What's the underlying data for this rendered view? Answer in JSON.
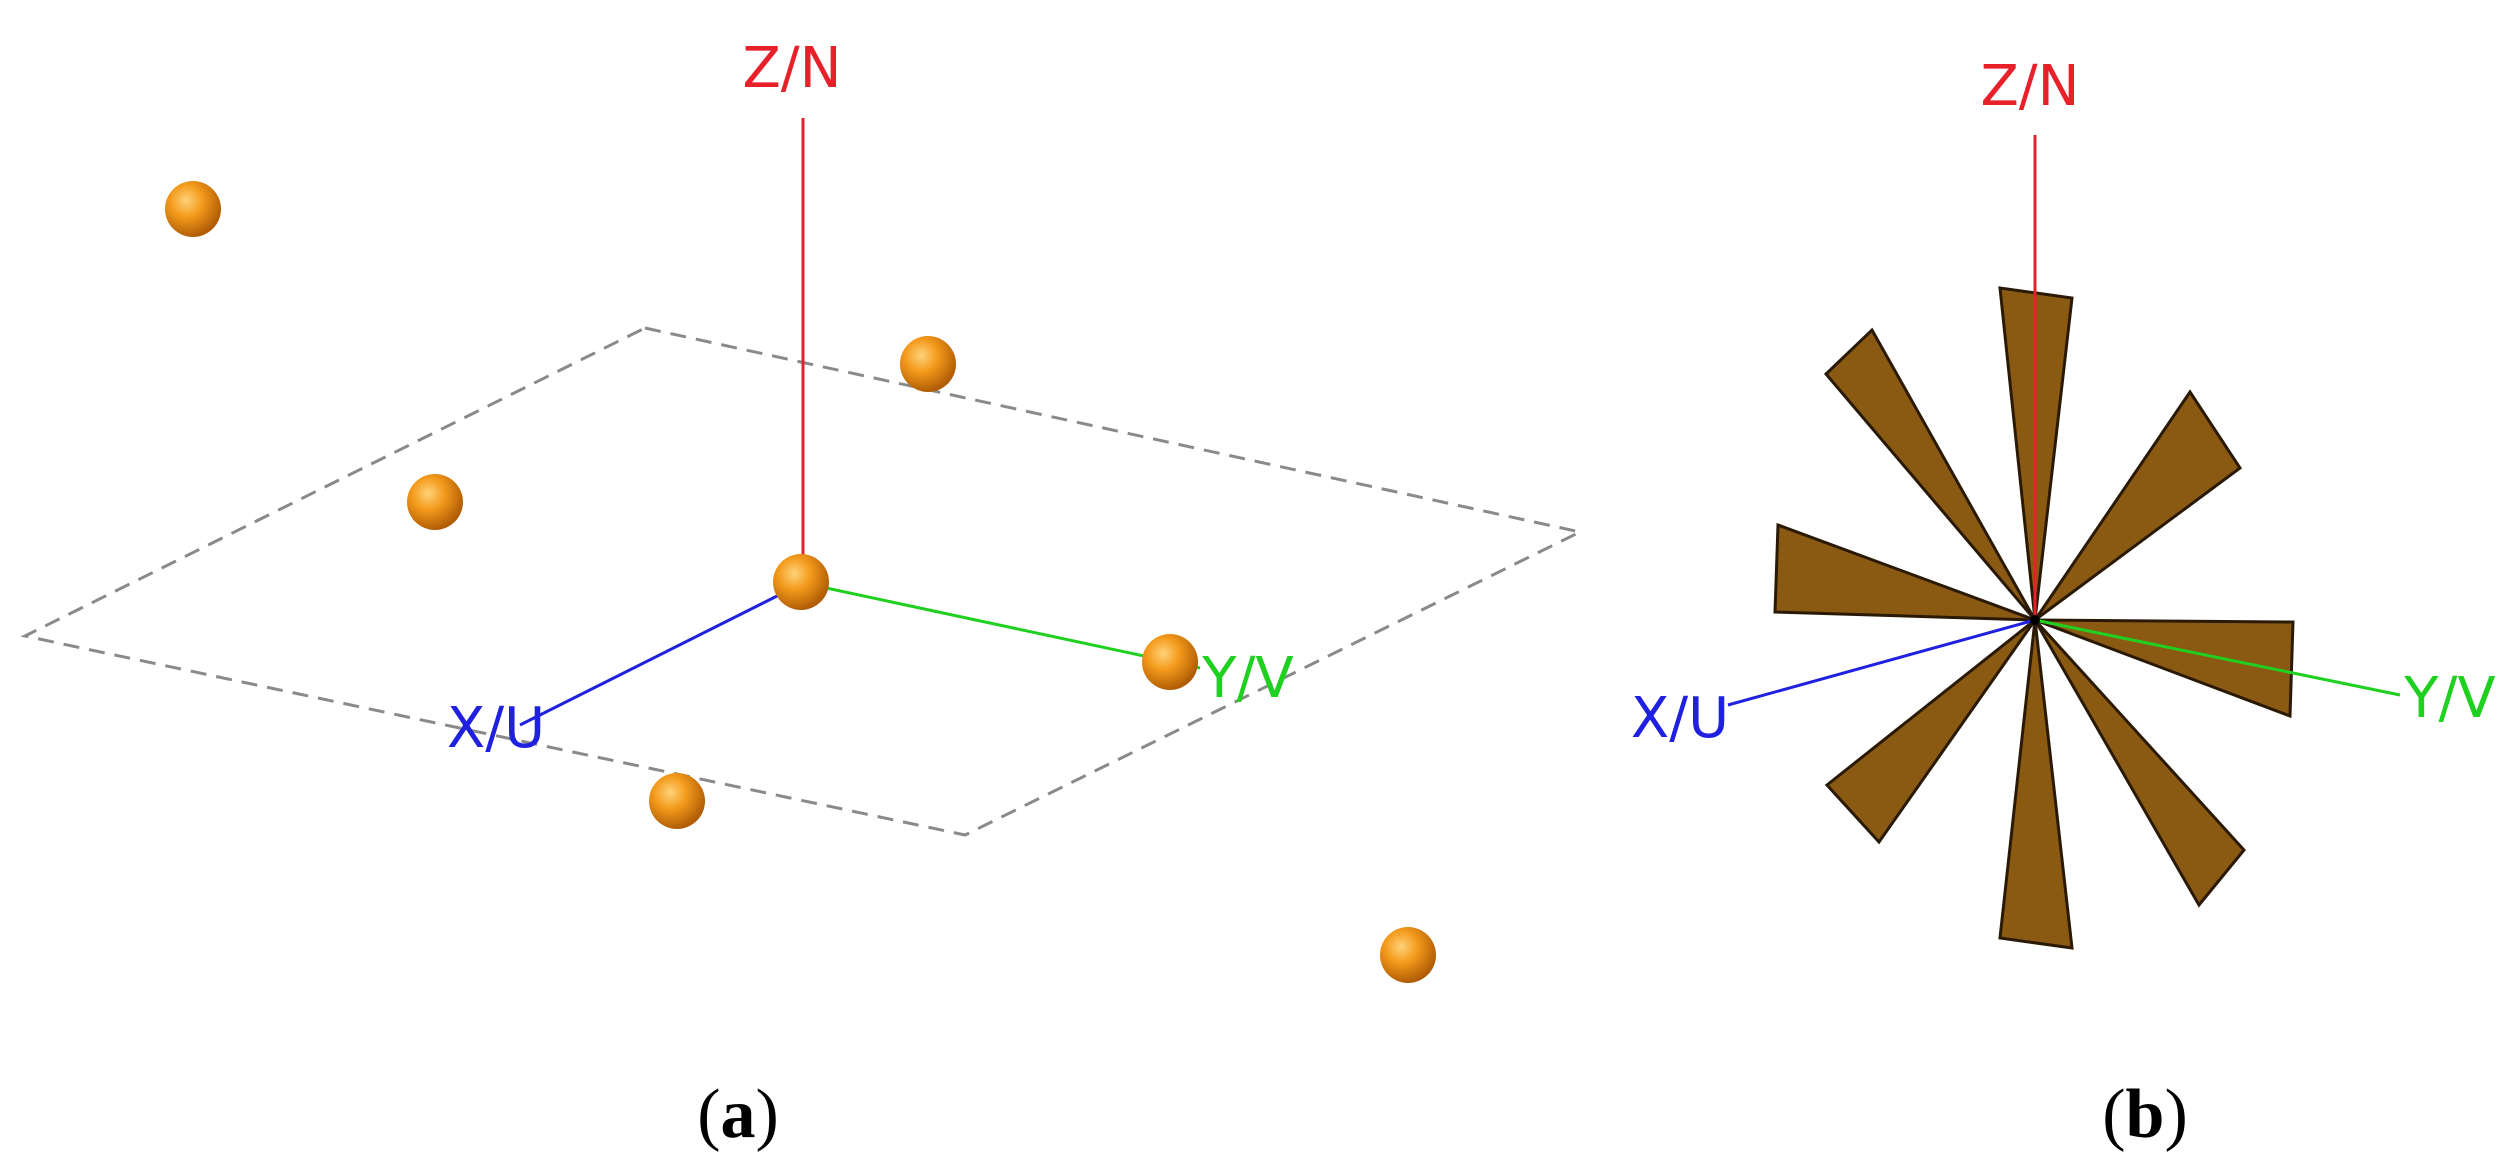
{
  "panel_a": {
    "axis_z_label": "Z/N",
    "axis_x_label": "X/U",
    "axis_y_label": "Y/V",
    "caption_letter": "a"
  },
  "panel_b": {
    "axis_z_label": "Z/N",
    "axis_x_label": "X/U",
    "axis_y_label": "Y/V",
    "caption_letter": "b"
  },
  "colors": {
    "axis_z": "#e8202a",
    "axis_x": "#2020e0",
    "axis_y": "#20d020",
    "sphere": "#f39a1b",
    "wedge": "#8b5a12",
    "plane_dash": "#8a8a8a"
  }
}
